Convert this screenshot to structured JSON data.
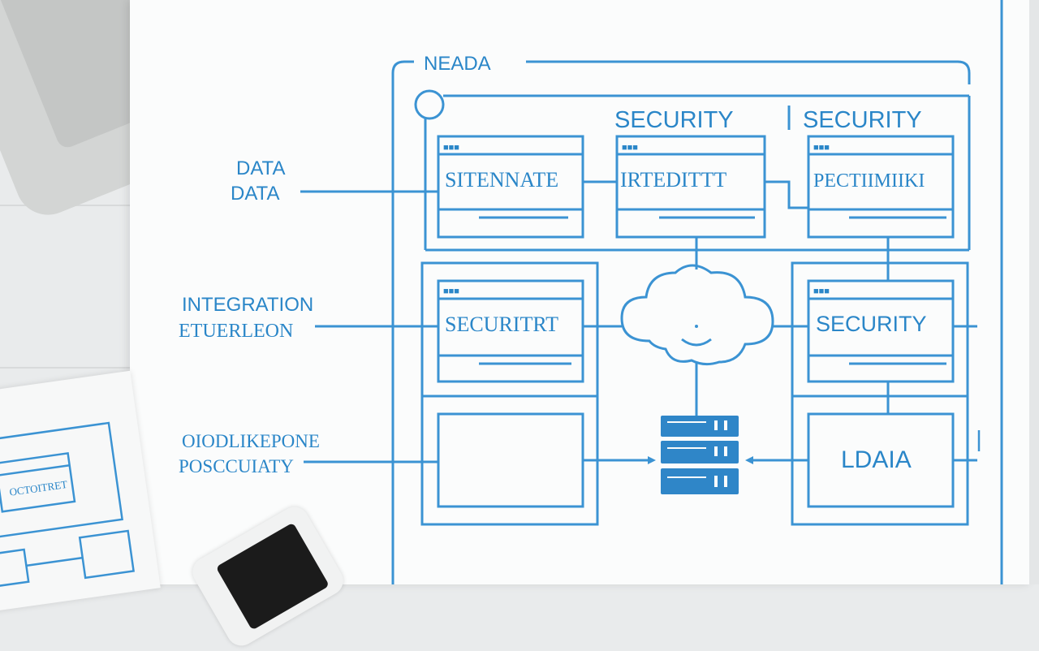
{
  "diagram": {
    "header_label": "NEADA",
    "top_headings": [
      "SECURITY",
      "SECURITY"
    ],
    "side_labels": {
      "data": [
        "DATA",
        "DATA"
      ],
      "integration": [
        "INTEGRATION",
        "ETUERLEON"
      ],
      "odc": [
        "OIODLIKEPONE",
        "POSCCUIATY"
      ]
    },
    "windows": {
      "w1": {
        "tab": "■■■",
        "title": "SITENNATE"
      },
      "w2": {
        "tab": "■■■",
        "title": "IRTEDITTT"
      },
      "w3": {
        "tab": "■■■",
        "title": "PECTIIMIIKI"
      },
      "w4": {
        "tab": "■■■",
        "title": "SECURITRT"
      },
      "w5": {
        "tab": "■■■",
        "title": "SECURITY"
      }
    },
    "data_box_label": "LDAIA",
    "colors": {
      "ink": "#2a86c8",
      "line": "#3b93d3",
      "paper": "#fbfcfc"
    }
  },
  "small_sheet": {
    "label": "OCTOITRET"
  }
}
